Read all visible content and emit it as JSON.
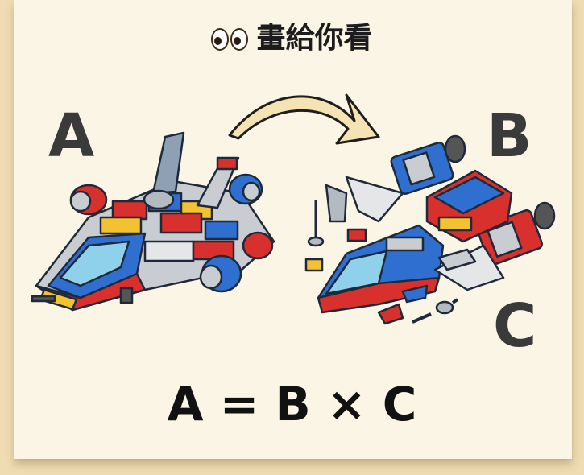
{
  "title": {
    "emoji_icon": "eyes-icon",
    "text": "畫給你看"
  },
  "labels": {
    "a": "A",
    "b": "B",
    "c": "C"
  },
  "equation": "A = B × C",
  "illustrations": {
    "left": "assembled-lego-spaceship",
    "right": "disassembled-lego-parts",
    "arrow": "curved-arrow-icon"
  },
  "colors": {
    "card": "#fbf5e6",
    "background": "#efdcb2",
    "arrow_fill": "#f6e3b4",
    "brick_blue": "#2f6fd0",
    "brick_red": "#d8302c",
    "brick_yellow": "#f2c230",
    "brick_gray": "#c9ccd1"
  }
}
